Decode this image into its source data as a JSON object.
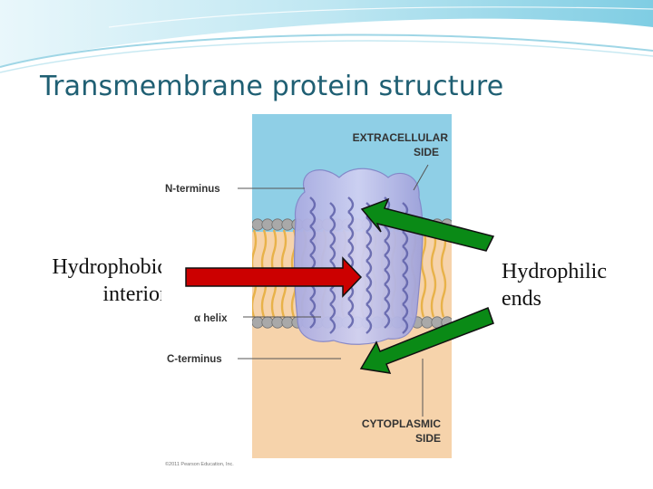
{
  "slide": {
    "title": "Transmembrane protein structure",
    "label_left": [
      "Hydrophobic",
      "interior"
    ],
    "label_right": [
      "Hydrophilic",
      "ends"
    ]
  },
  "figure": {
    "labels": {
      "extracellular_1": "EXTRACELLULAR",
      "extracellular_2": "SIDE",
      "n_terminus": "N-terminus",
      "alpha_helix": "α helix",
      "c_terminus": "C-terminus",
      "cytoplasmic_1": "CYTOPLASMIC",
      "cytoplasmic_2": "SIDE",
      "copyright": "©2011 Pearson Education, Inc."
    }
  },
  "colors": {
    "title": "#1f5f73",
    "extracellular_bg": "#8fcfe6",
    "cytoplasm_bg": "#f6d3ab",
    "membrane_tails": "#e8b24a",
    "protein": "#b8b9e6",
    "helix": "#5d5fa8",
    "arrow_red": "#cc0000",
    "arrow_green": "#0a8a16"
  }
}
